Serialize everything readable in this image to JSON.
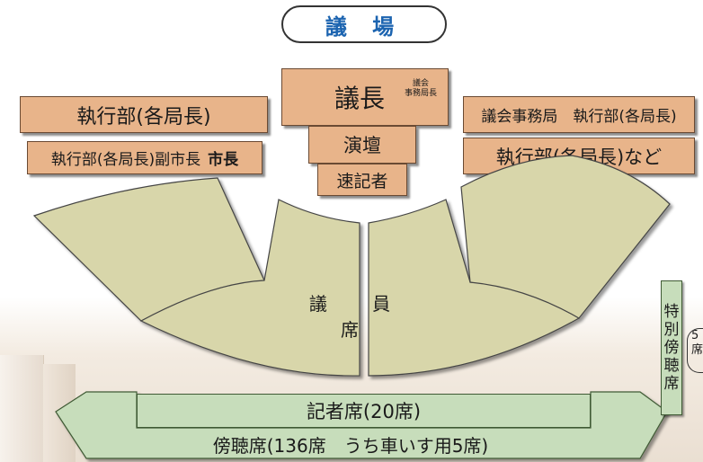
{
  "title": "議 場",
  "boxes": {
    "chair": "議長",
    "secretariat_small_1": "議会",
    "secretariat_small_2": "事務局長",
    "podium": "演壇",
    "stenographer": "速記者",
    "left_exec": "執行部(各局長)",
    "left_deputy": "執行部(各局長)副市長",
    "mayor": "市長",
    "right_secretariat": "議会事務局　執行部(各局長)",
    "right_exec": "執行部(各局長)など"
  },
  "seats": {
    "members": "議 員 席",
    "special_chars": [
      "特",
      "別",
      "傍",
      "聴",
      "席"
    ],
    "special_count_line1": "5",
    "special_count_line2": "席",
    "press": "記者席(20席)",
    "gallery": "傍聴席(136席　うち車いす用5席)"
  },
  "colors": {
    "title_text": "#1c64b0",
    "staff_box": "#e8b48a",
    "member_seats": "#d8d6aa",
    "gallery_seats": "#c7ddbb"
  }
}
